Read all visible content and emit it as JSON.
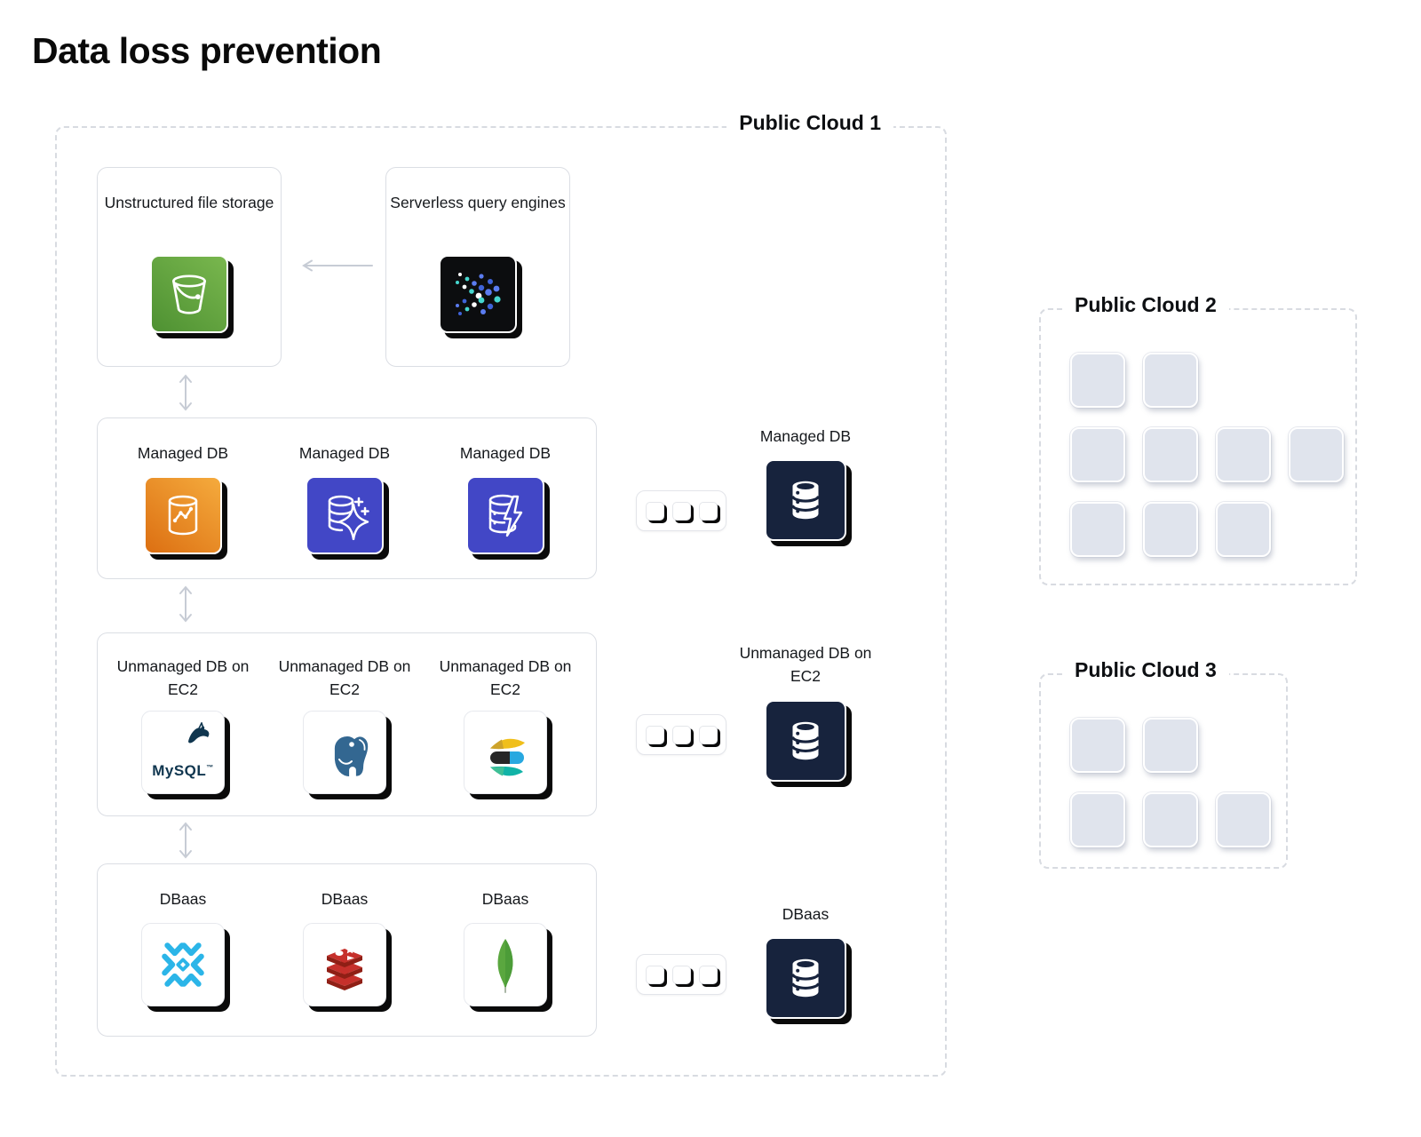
{
  "title": "Data loss prevention",
  "cloud1": {
    "label": "Public Cloud 1",
    "storage": {
      "label": "Unstructured file storage"
    },
    "serverless": {
      "label": "Serverless query engines"
    },
    "managed": {
      "items": [
        "Managed DB",
        "Managed DB",
        "Managed DB"
      ],
      "summary": "Managed DB"
    },
    "unmanaged": {
      "items": [
        "Unmanaged DB on EC2",
        "Unmanaged DB on EC2",
        "Unmanaged DB on EC2"
      ],
      "summary": "Unmanaged DB on EC2"
    },
    "dbaas": {
      "items": [
        "DBaas",
        "DBaas",
        "DBaas"
      ],
      "summary": "DBaas"
    }
  },
  "cloud2": {
    "label": "Public Cloud 2",
    "grid_rows": [
      2,
      4,
      3
    ]
  },
  "cloud3": {
    "label": "Public Cloud 3",
    "grid_rows": [
      2,
      3
    ]
  },
  "logos": {
    "mysql_text": "MySQL",
    "mysql_tm": "™"
  },
  "icons": {
    "storage": "s3-bucket-icon",
    "serverless": "query-engine-dots-icon",
    "managed": [
      "database-graph-icon",
      "database-sparkle-icon",
      "database-lightning-icon"
    ],
    "unmanaged": [
      "mysql-logo",
      "postgresql-logo",
      "elasticsearch-logo"
    ],
    "dbaas": [
      "snowflake-logo",
      "redis-logo",
      "mongodb-logo"
    ],
    "summary": "database-stack-icon",
    "connector": "ellipsis-squares",
    "arrows": [
      "left-arrow",
      "vertical-double-arrow"
    ]
  },
  "colors": {
    "s3_green": "#5fa33e",
    "serverless_black": "#0c0d0f",
    "managed_orange": "#e9821f",
    "managed_blue": "#4247c6",
    "summary_navy": "#17233d",
    "snowflake_blue": "#2bb5e8",
    "redis_red": "#c6302b",
    "mongodb_green": "#57a441",
    "postgres_blue": "#336791",
    "elastic_yellow": "#f0bf1b",
    "elastic_teal": "#11b3a7",
    "elastic_blue": "#28a8e0",
    "arrow_gray": "#c7ccd5",
    "placeholder_gray": "#e0e4ed"
  }
}
